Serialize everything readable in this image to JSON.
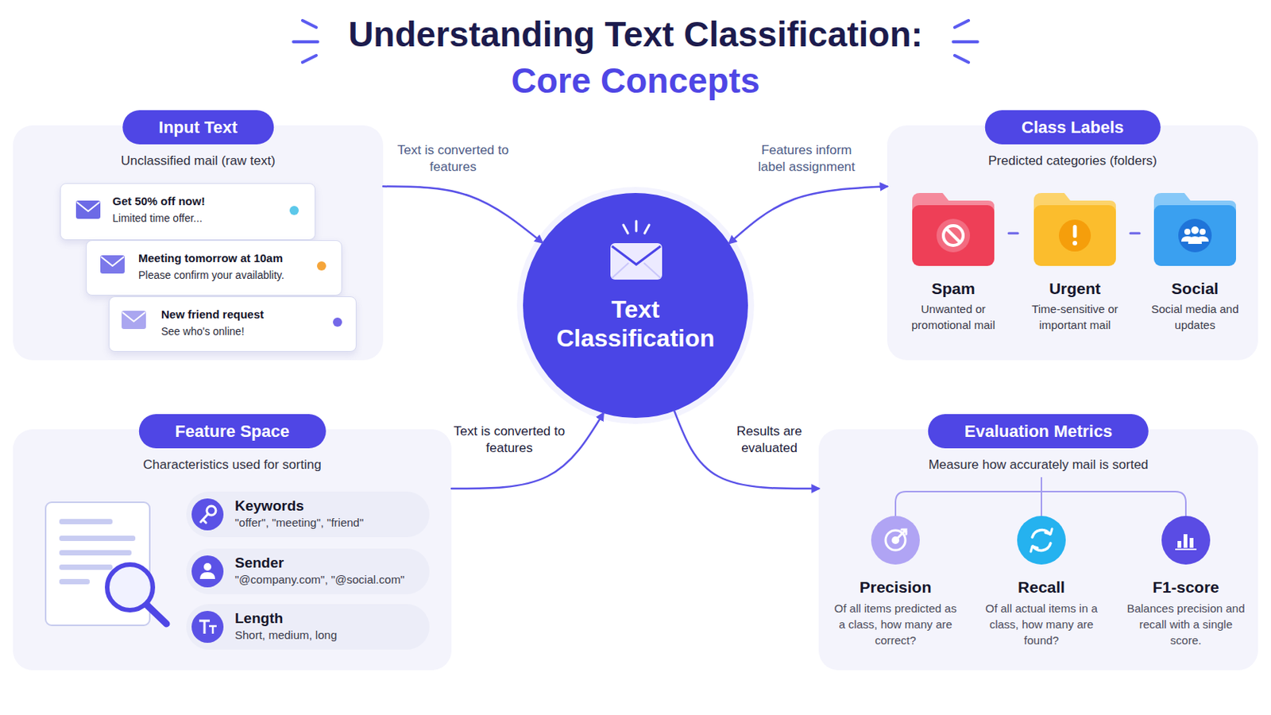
{
  "diagram": {
    "title": "Understanding Text Classification:",
    "nodes": [
      {
        "text": [
          "Input Text",
          "Unclassified mail (raw text)"
        ]
      },
      {
        "text": [
          "Get 50% off now!",
          "Limited time offer..."
        ],
        "in": 0
      },
      {
        "text": [
          "Meeting tomorrow at 10am",
          "Please confirm your availablity."
        ],
        "in": 0
      },
      {
        "text": [
          "New friend request",
          "See who's online!"
        ],
        "in": 0
      },
      {
        "text": [
          "Text Classification"
        ]
      },
      {
        "text": [
          "Class Labels",
          "Predicted categories (folders)"
        ]
      },
      {
        "text": [
          "Spam",
          "Unwanted or promotional mail"
        ],
        "in": 5
      },
      {
        "text": [
          "Urgent",
          "Time-sensitive or important mail"
        ],
        "in": 5
      },
      {
        "text": [
          "Social",
          "Social media and updates"
        ],
        "in": 5
      },
      {
        "text": [
          "Feature Space",
          "Characteristics used for sorting"
        ]
      },
      {
        "text": [
          "Keywords",
          "\"offer\", \"meeting\", \"friend\""
        ],
        "in": 9
      },
      {
        "text": [
          "Sender",
          "\"@company.com\", \"@social.com\""
        ],
        "in": 9
      },
      {
        "text": [
          "Length",
          "Short, medium, long"
        ],
        "in": 9
      },
      {
        "text": [
          "Evaluation Metrics",
          "Measure how accurately mail is sorted"
        ]
      },
      {
        "text": [
          "Precision",
          "Of all items predicted as a class, how many are correct?"
        ],
        "in": 13
      },
      {
        "text": [
          "Recall",
          "Of all actual items in a class, how many are found?"
        ],
        "in": 13
      },
      {
        "text": [
          "F1-score",
          "Balances precision and recall with a single score."
        ],
        "in": 13
      }
    ],
    "edges": [
      {
        "from": 0,
        "to": 4,
        "label": "Text is converted to features",
        "arrow": "to"
      },
      {
        "from": 4,
        "to": 5,
        "label": "Features inform label assignment",
        "arrow": "both"
      },
      {
        "from": 9,
        "to": 4,
        "label": "Text is converted to features",
        "arrow": "to"
      },
      {
        "from": 4,
        "to": 13,
        "label": "Results are evaluated",
        "arrow": "to"
      }
    ],
    "labels": [
      "Core Concepts"
    ]
  }
}
